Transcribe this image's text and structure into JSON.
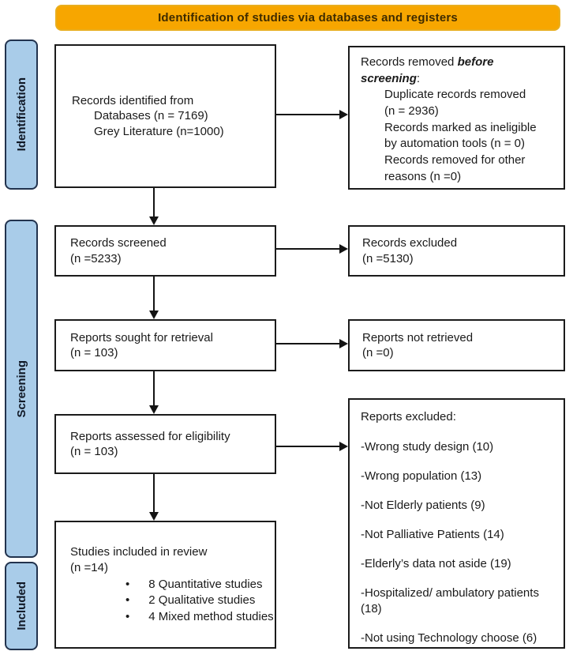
{
  "banner": {
    "label": "Identification of studies via databases and registers"
  },
  "sidebar": {
    "stages": [
      {
        "label": "Identification"
      },
      {
        "label": "Screening"
      },
      {
        "label": "Included"
      }
    ]
  },
  "left_boxes": {
    "identified": {
      "line1": "Records identified from",
      "line2": "Databases (n = 7169)",
      "line3": "Grey Literature (n=1000)"
    },
    "screened": {
      "line1": "Records screened",
      "line2": "(n =5233)"
    },
    "sought": {
      "line1": "Reports sought for retrieval",
      "line2": "(n = 103)"
    },
    "assessed": {
      "line1": "Reports assessed for eligibility",
      "line2": "(n = 103)"
    },
    "included": {
      "line1": "Studies included in review",
      "line2": "(n =14)",
      "bullet_glyph": "•",
      "bullets": [
        "8 Quantitative studies",
        "2 Qualitative studies",
        "4 Mixed method studies"
      ]
    }
  },
  "right_boxes": {
    "removed": {
      "intro_prefix": "Records removed ",
      "intro_italic": "before screening",
      "intro_suffix": ":",
      "items": [
        "Duplicate records removed (n = 2936)",
        "Records marked as ineligible by automation tools (n = 0)",
        "Records removed for other reasons (n =0)"
      ]
    },
    "excluded": {
      "line1": "Records excluded",
      "line2": "(n =5130)"
    },
    "not_retrieved": {
      "line1": "Reports not retrieved",
      "line2": "(n =0)"
    },
    "reports_excluded": {
      "title": "Reports excluded:",
      "items": [
        "-Wrong study design (10)",
        "-Wrong population (13)",
        "-Not Elderly patients (9)",
        "-Not Palliative Patients (14)",
        "-Elderly’s data not aside (19)",
        "-Hospitalized/ ambulatory patients (18)",
        "-Not using Technology choose (6)"
      ]
    }
  },
  "colors": {
    "banner_bg": "#F7A600",
    "banner_border": "#E9AE1E",
    "banner_text": "#3E2B00",
    "stage_bg": "#A9CCE9",
    "stage_border": "#22334E"
  }
}
